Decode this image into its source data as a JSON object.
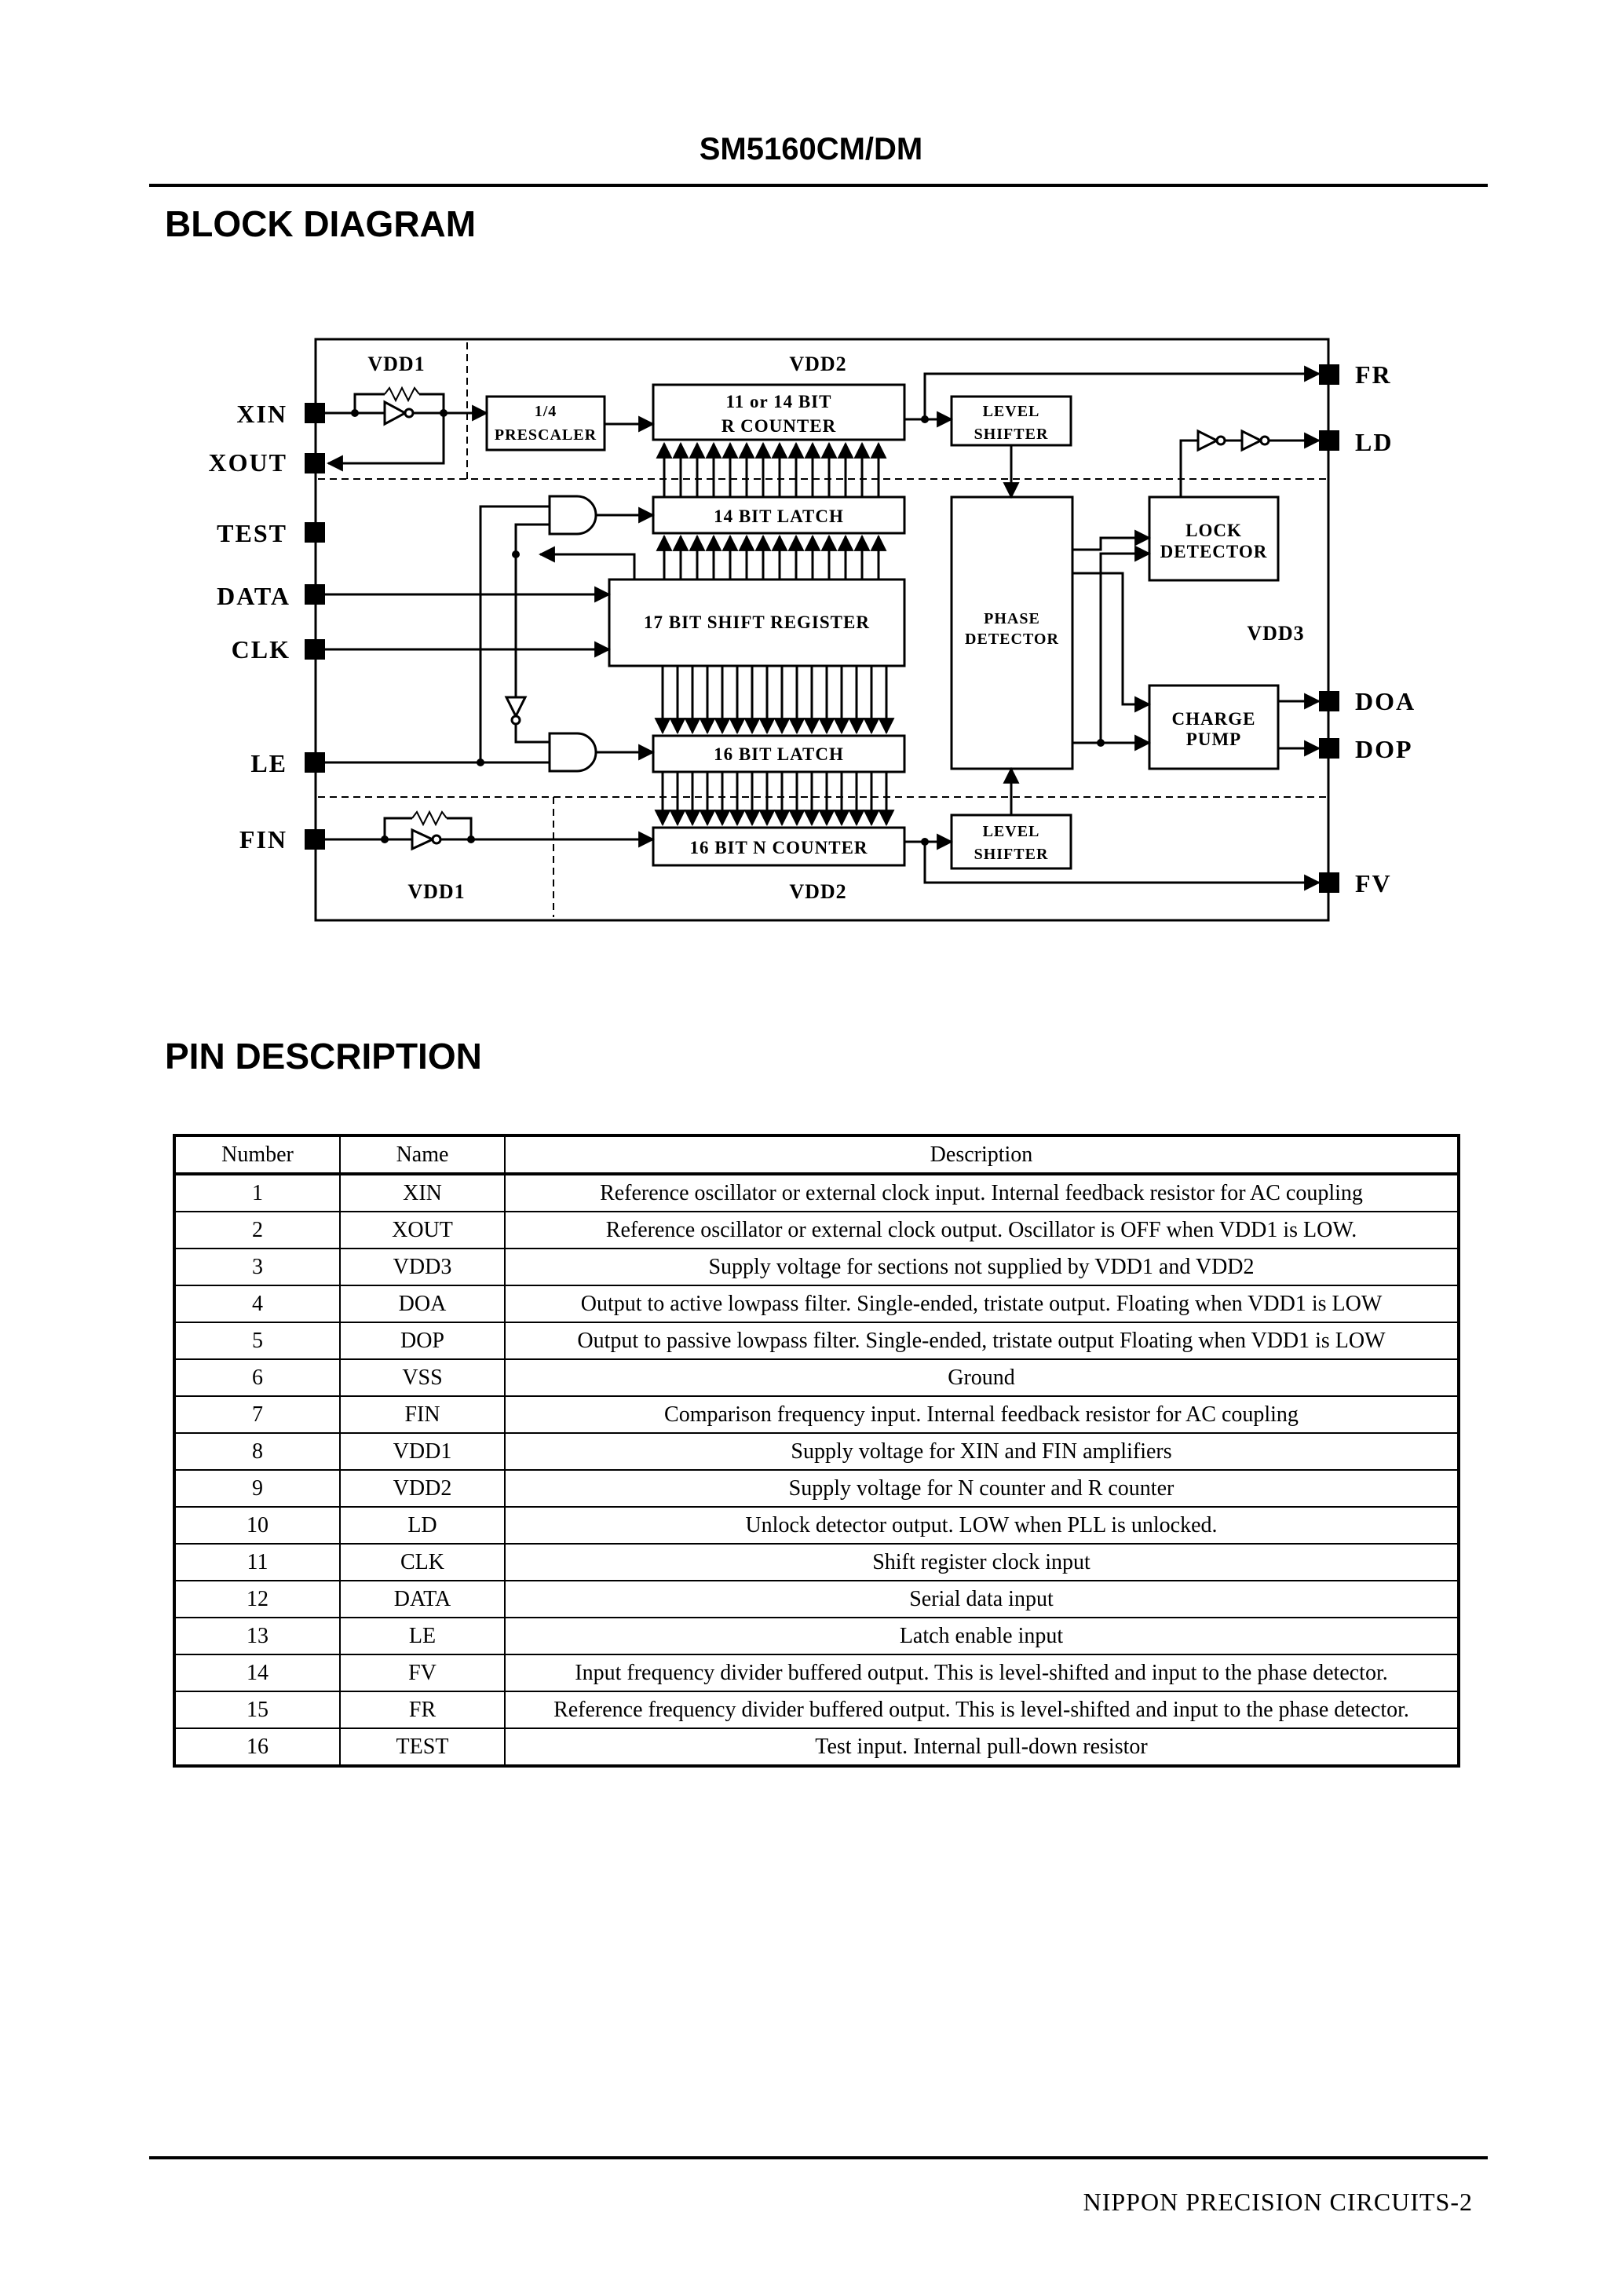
{
  "header": {
    "title": "SM5160CM/DM"
  },
  "sections": {
    "block_diagram": "BLOCK DIAGRAM",
    "pin_description": "PIN DESCRIPTION"
  },
  "diagram": {
    "pins_left": [
      "XIN",
      "XOUT",
      "TEST",
      "DATA",
      "CLK",
      "LE",
      "FIN"
    ],
    "pins_right": [
      "FR",
      "LD",
      "DOA",
      "DOP",
      "FV"
    ],
    "supplies": {
      "vdd1_top": "VDD1",
      "vdd2_top": "VDD2",
      "vdd3": "VDD3",
      "vdd1_bottom": "VDD1",
      "vdd2_bottom": "VDD2"
    },
    "blocks": {
      "prescaler": [
        "1/4",
        "PRESCALER"
      ],
      "r_counter": [
        "11 or 14 BIT",
        "R COUNTER"
      ],
      "level_shifter_top": [
        "LEVEL",
        "SHIFTER"
      ],
      "latch14": "14 BIT LATCH",
      "shift_register": "17 BIT SHIFT REGISTER",
      "latch16": "16 BIT LATCH",
      "n_counter": "16 BIT N COUNTER",
      "level_shifter_bottom": [
        "LEVEL",
        "SHIFTER"
      ],
      "phase_detector": [
        "PHASE",
        "DETECTOR"
      ],
      "lock_detector": [
        "LOCK",
        "DETECTOR"
      ],
      "charge_pump": [
        "CHARGE",
        "PUMP"
      ]
    }
  },
  "pin_table": {
    "headers": [
      "Number",
      "Name",
      "Description"
    ],
    "rows": [
      [
        "1",
        "XIN",
        "Reference oscillator or external clock input. Internal feedback resistor for AC coupling"
      ],
      [
        "2",
        "XOUT",
        "Reference oscillator or external clock output. Oscillator is OFF when VDD1 is LOW."
      ],
      [
        "3",
        "VDD3",
        "Supply voltage for sections not supplied by VDD1 and VDD2"
      ],
      [
        "4",
        "DOA",
        "Output to active lowpass filter. Single-ended, tristate output. Floating when VDD1 is LOW"
      ],
      [
        "5",
        "DOP",
        "Output to passive lowpass filter. Single-ended, tristate output Floating when VDD1 is LOW"
      ],
      [
        "6",
        "VSS",
        "Ground"
      ],
      [
        "7",
        "FIN",
        "Comparison frequency input. Internal feedback resistor for AC coupling"
      ],
      [
        "8",
        "VDD1",
        "Supply voltage for XIN and FIN amplifiers"
      ],
      [
        "9",
        "VDD2",
        "Supply voltage for N counter and R counter"
      ],
      [
        "10",
        "LD",
        "Unlock detector output. LOW when PLL is unlocked."
      ],
      [
        "11",
        "CLK",
        "Shift register clock input"
      ],
      [
        "12",
        "DATA",
        "Serial data input"
      ],
      [
        "13",
        "LE",
        "Latch enable input"
      ],
      [
        "14",
        "FV",
        "Input frequency divider buffered output. This is level-shifted and input to the phase detector."
      ],
      [
        "15",
        "FR",
        "Reference frequency divider buffered output. This is level-shifted and input to the phase detector."
      ],
      [
        "16",
        "TEST",
        "Test input. Internal pull-down resistor"
      ]
    ]
  },
  "footer": {
    "text": "NIPPON PRECISION CIRCUITS-2"
  }
}
